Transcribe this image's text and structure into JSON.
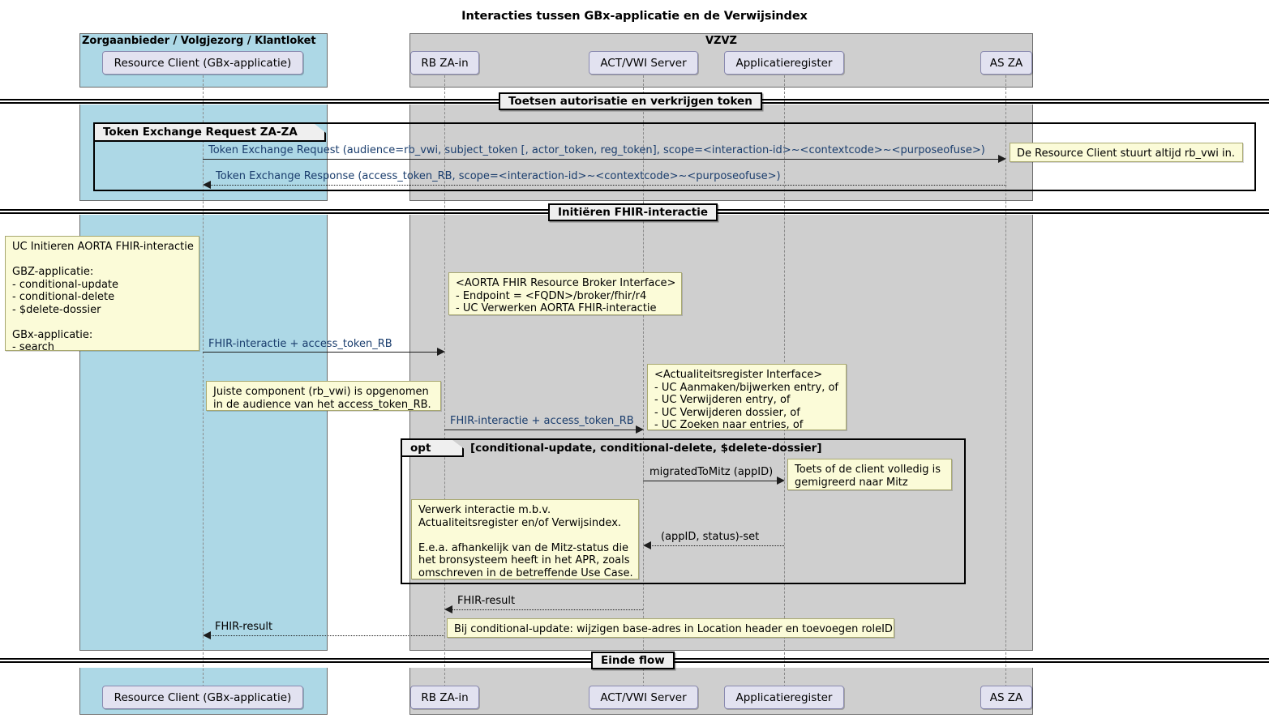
{
  "title": "Interacties tussen GBx-applicatie en de Verwijsindex",
  "colors": {
    "group_left_bg": "#ADD8E6",
    "group_right_bg": "#CFCFCF",
    "participant_bg": "#E2E2F0",
    "note_bg": "#FBFBD8",
    "divider_bg": "#EFEFEF",
    "link_text": "#1a3d6d"
  },
  "groups": [
    {
      "id": "left",
      "label": "Zorgaanbieder / Volgjezorg / Klantloket"
    },
    {
      "id": "right",
      "label": "VZVZ"
    }
  ],
  "participants": [
    {
      "id": "rc",
      "label": "Resource Client (GBx-applicatie)",
      "group": "left"
    },
    {
      "id": "rb",
      "label": "RB ZA-in",
      "group": "right"
    },
    {
      "id": "act",
      "label": "ACT/VWI Server",
      "group": "right"
    },
    {
      "id": "apr",
      "label": "Applicatieregister",
      "group": "right"
    },
    {
      "id": "as",
      "label": "AS ZA",
      "group": "right"
    }
  ],
  "dividers": [
    {
      "id": "div1",
      "label": "Toetsen autorisatie en verkrijgen token"
    },
    {
      "id": "div2",
      "label": "Initiëren FHIR-interactie"
    },
    {
      "id": "div3",
      "label": "Einde flow"
    }
  ],
  "fragments": [
    {
      "id": "frag-token",
      "operator": "Token Exchange Request ZA-ZA",
      "condition": ""
    },
    {
      "id": "frag-opt",
      "operator": "opt",
      "condition": "[conditional-update, conditional-delete, $delete-dossier]"
    }
  ],
  "messages": [
    {
      "id": "m1",
      "label": "Token Exchange Request (audience=rb_vwi, subject_token [, actor_token, reg_token], scope=<interaction-id>~<contextcode>~<purposeofuse>)",
      "style": "solid",
      "direction": "right",
      "from": "rc",
      "to": "as"
    },
    {
      "id": "m2",
      "label": "Token Exchange Response (access_token_RB, scope=<interaction-id>~<contextcode>~<purposeofuse>)",
      "style": "dotted",
      "direction": "left",
      "from": "as",
      "to": "rc"
    },
    {
      "id": "m3",
      "label": "FHIR-interactie + access_token_RB",
      "style": "solid",
      "direction": "right",
      "from": "rc",
      "to": "rb"
    },
    {
      "id": "m4",
      "label": "FHIR-interactie + access_token_RB",
      "style": "solid",
      "direction": "right",
      "from": "rb",
      "to": "act"
    },
    {
      "id": "m5",
      "label": "migratedToMitz (appID)",
      "style": "solid",
      "direction": "right",
      "from": "act",
      "to": "apr"
    },
    {
      "id": "m6",
      "label": "(appID, status)-set",
      "style": "dotted",
      "direction": "left",
      "from": "apr",
      "to": "act"
    },
    {
      "id": "m7",
      "label": "FHIR-result",
      "style": "dotted",
      "direction": "left",
      "from": "act",
      "to": "rb"
    },
    {
      "id": "m8",
      "label": "FHIR-result",
      "style": "dotted",
      "direction": "left",
      "from": "rb",
      "to": "rc"
    }
  ],
  "notes": [
    {
      "id": "note-rbvwi",
      "text": "De Resource Client stuurt altijd rb_vwi in."
    },
    {
      "id": "note-uc-initieren",
      "text": "UC Initieren AORTA FHIR-interactie\n\nGBZ-applicatie:\n- conditional-update\n- conditional-delete\n- $delete-dossier\n\nGBx-applicatie:\n- search"
    },
    {
      "id": "note-broker-interface",
      "text": "<AORTA FHIR Resource Broker Interface>\n- Endpoint = <FQDN>/broker/fhir/r4\n- UC Verwerken AORTA FHIR-interactie"
    },
    {
      "id": "note-audience",
      "text": "Juiste component (rb_vwi) is opgenomen\nin de audience van het access_token_RB."
    },
    {
      "id": "note-actualiteitsregister",
      "text": "<Actualiteitsregister Interface>\n- UC Aanmaken/bijwerken entry, of\n- UC Verwijderen entry, of\n- UC Verwijderen dossier, of\n- UC Zoeken naar entries, of"
    },
    {
      "id": "note-mitz-check",
      "text": "Toets of de client volledig is\ngemigreerd naar Mitz"
    },
    {
      "id": "note-verwerk",
      "text": "Verwerk interactie m.b.v.\nActualiteitsregister en/of Verwijsindex.\n\nE.e.a. afhankelijk van de Mitz-status die\nhet bronsysteem heeft in het APR, zoals\nomschreven in de betreffende Use Case."
    },
    {
      "id": "note-location-header",
      "text": "Bij conditional-update: wijzigen base-adres in Location header en toevoegen roleID"
    }
  ]
}
